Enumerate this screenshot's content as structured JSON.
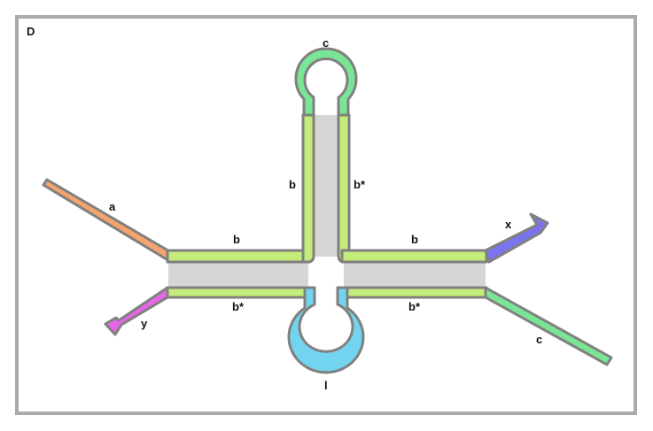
{
  "panel": {
    "label": "D"
  },
  "labels": {
    "a": "a",
    "b_left_top": "b",
    "b_left_bottom": "b*",
    "b_stem_left": "b",
    "b_stem_right": "b*",
    "b_right_top": "b",
    "b_right_bottom": "b*",
    "c_hairpin": "c",
    "c_tail": "c",
    "l_loop": "l",
    "x": "x",
    "y": "y"
  },
  "colors": {
    "outline": "#808080",
    "frame": "#aaaaaa",
    "domain_a": "#f4a46e",
    "domain_b": "#c4ec7a",
    "domain_c": "#7ae695",
    "domain_l": "#72d4ee",
    "domain_x": "#7b74ee",
    "domain_y": "#e666e6",
    "duplex_fill": "#d6d6d6"
  }
}
